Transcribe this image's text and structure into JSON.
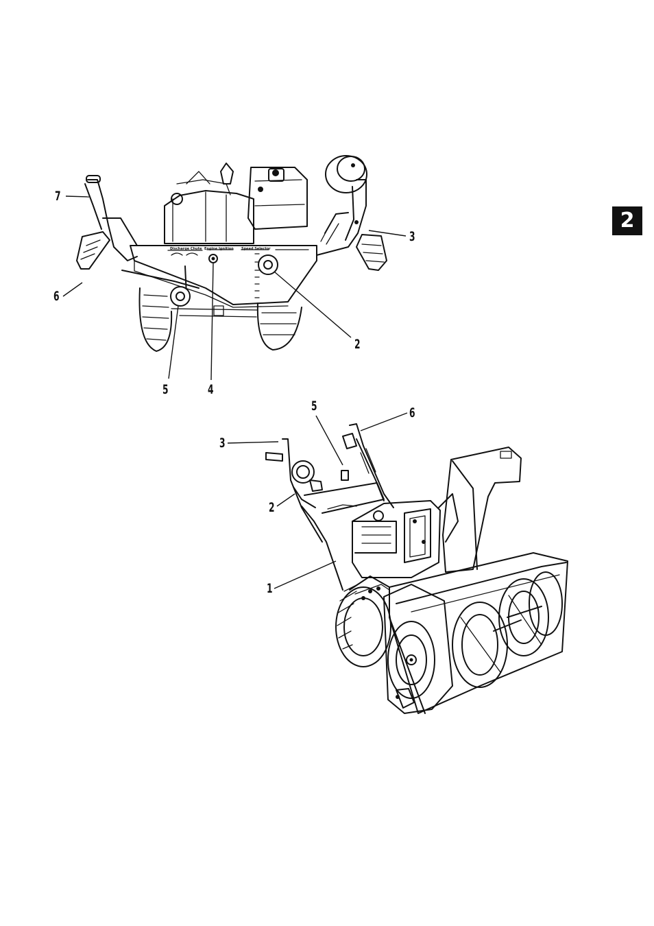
{
  "section_tab": {
    "label": "2"
  },
  "top_view": {
    "panel_labels": [
      "Discharge Chute",
      "Engine Ignition",
      "Speed Selector"
    ],
    "callouts": [
      {
        "id": "c7",
        "label": "7"
      },
      {
        "id": "c6",
        "label": "6"
      },
      {
        "id": "c3",
        "label": "3"
      },
      {
        "id": "c2",
        "label": "2"
      },
      {
        "id": "c5",
        "label": "5"
      },
      {
        "id": "c4",
        "label": "4"
      }
    ]
  },
  "bottom_view": {
    "callouts": [
      {
        "id": "c5",
        "label": "5"
      },
      {
        "id": "c6",
        "label": "6"
      },
      {
        "id": "c3",
        "label": "3"
      },
      {
        "id": "c2",
        "label": "2"
      },
      {
        "id": "c1",
        "label": "1"
      }
    ]
  },
  "colors": {
    "ink": "#111111",
    "paper": "#ffffff"
  }
}
